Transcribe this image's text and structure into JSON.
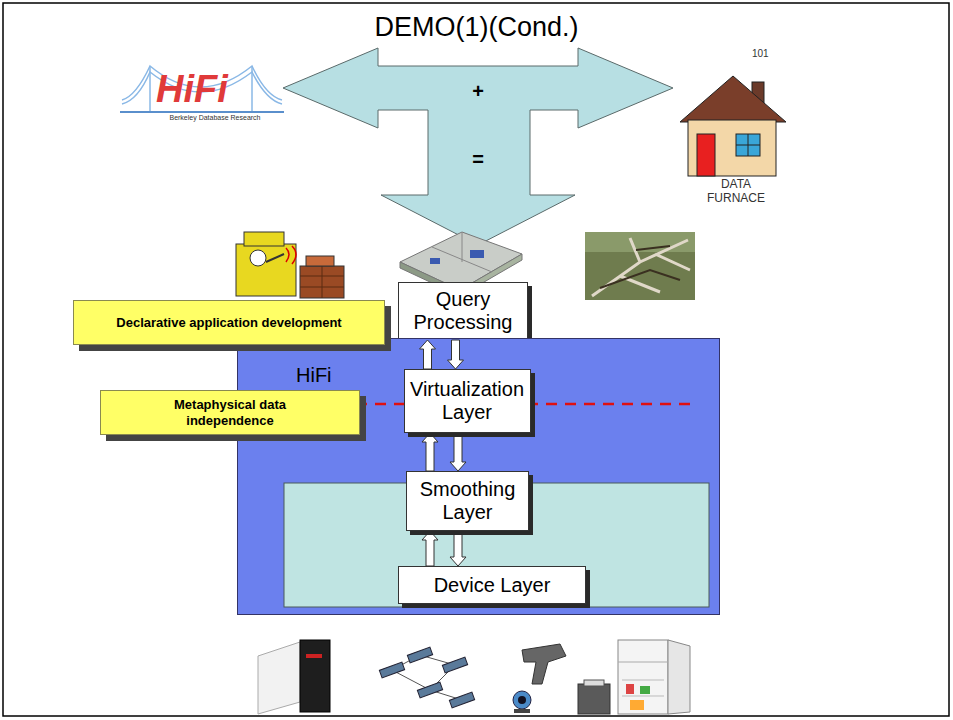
{
  "diagram": {
    "title": "DEMO(1)(Cond.)",
    "nodes": [
      {
        "text": [
          "Query Processing"
        ]
      },
      {
        "text": [
          "Declarative application development"
        ]
      },
      {
        "text": [
          "HiFi"
        ]
      },
      {
        "text": [
          "Metaphysical data independence"
        ]
      },
      {
        "text": [
          "Virtualization Layer"
        ],
        "in": 2
      },
      {
        "text": [
          "Smoothing Layer"
        ],
        "in": 2
      },
      {
        "text": [
          "Device Layer"
        ],
        "in": 2
      }
    ],
    "edges": [
      {
        "from": 4,
        "to": 0,
        "arrow": "to"
      },
      {
        "from": 0,
        "to": 4,
        "arrow": "to"
      },
      {
        "from": 5,
        "to": 4,
        "arrow": "to"
      },
      {
        "from": 4,
        "to": 5,
        "arrow": "to"
      },
      {
        "from": 6,
        "to": 5,
        "arrow": "to"
      },
      {
        "from": 5,
        "to": 6,
        "arrow": "to"
      }
    ],
    "labels": [
      "HiFi",
      "Berkeley Database Research",
      "+",
      "101",
      "DATA FURNACE",
      "="
    ]
  }
}
